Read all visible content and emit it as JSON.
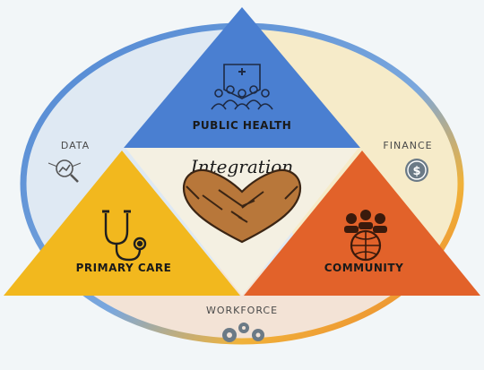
{
  "sections": {
    "top": "PUBLIC HEALTH",
    "left": "PRIMARY CARE",
    "right": "COMMUNITY",
    "center": "Integration"
  },
  "outer": {
    "data": "DATA",
    "finance": "FINANCE",
    "workforce": "WORKFORCE"
  },
  "icons": {
    "top": "hospital-people-icon",
    "left": "stethoscope-icon",
    "right": "community-globe-icon",
    "center": "handshake-heart-icon",
    "data": "magnifier-chart-icon",
    "finance": "dollar-coin-icon",
    "workforce": "gears-icon"
  },
  "colors": {
    "public_health": "#4a7fd1",
    "primary_care": "#f2b81e",
    "community": "#e2622a",
    "center": "#f4f0e2",
    "ring_blue": "#4f86d3",
    "ring_orange": "#f0a22a",
    "handshake": "#b8773a"
  }
}
